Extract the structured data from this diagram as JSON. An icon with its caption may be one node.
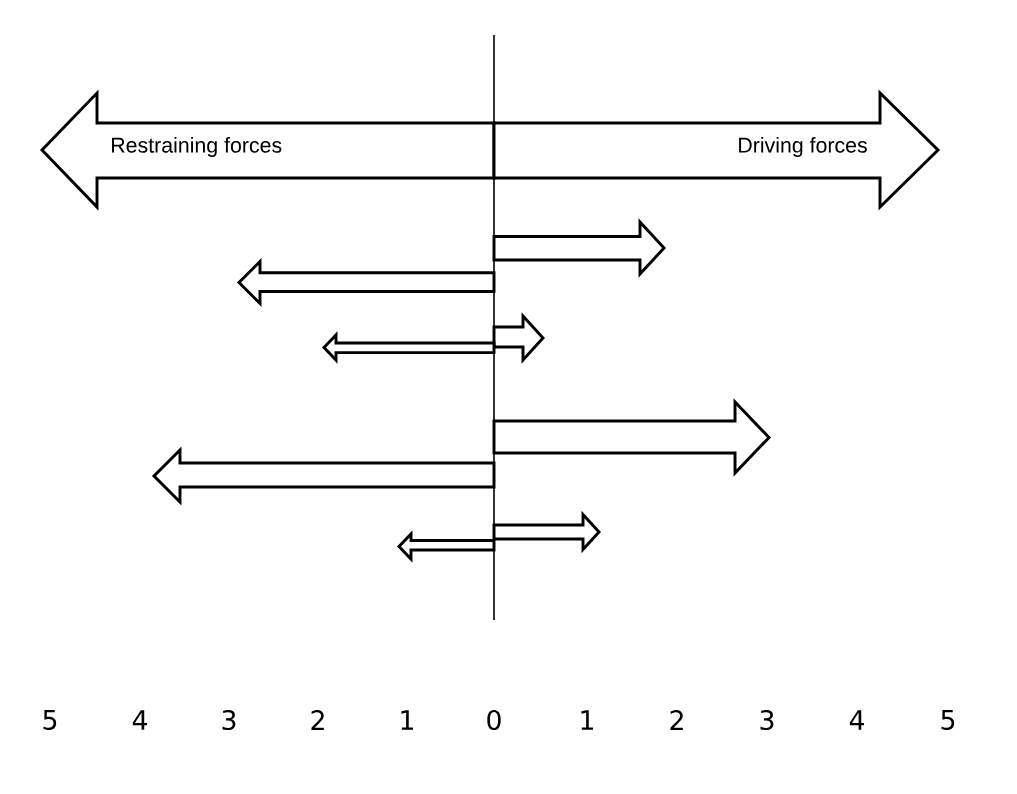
{
  "diagram": {
    "nodes": [
      {
        "text": [
          "Restraining forces"
        ]
      },
      {
        "text": [
          "Driving forces"
        ]
      }
    ],
    "labels": [
      "5",
      "4",
      "3",
      "2",
      "1",
      "0",
      "1",
      "2",
      "3",
      "4",
      "5"
    ]
  }
}
